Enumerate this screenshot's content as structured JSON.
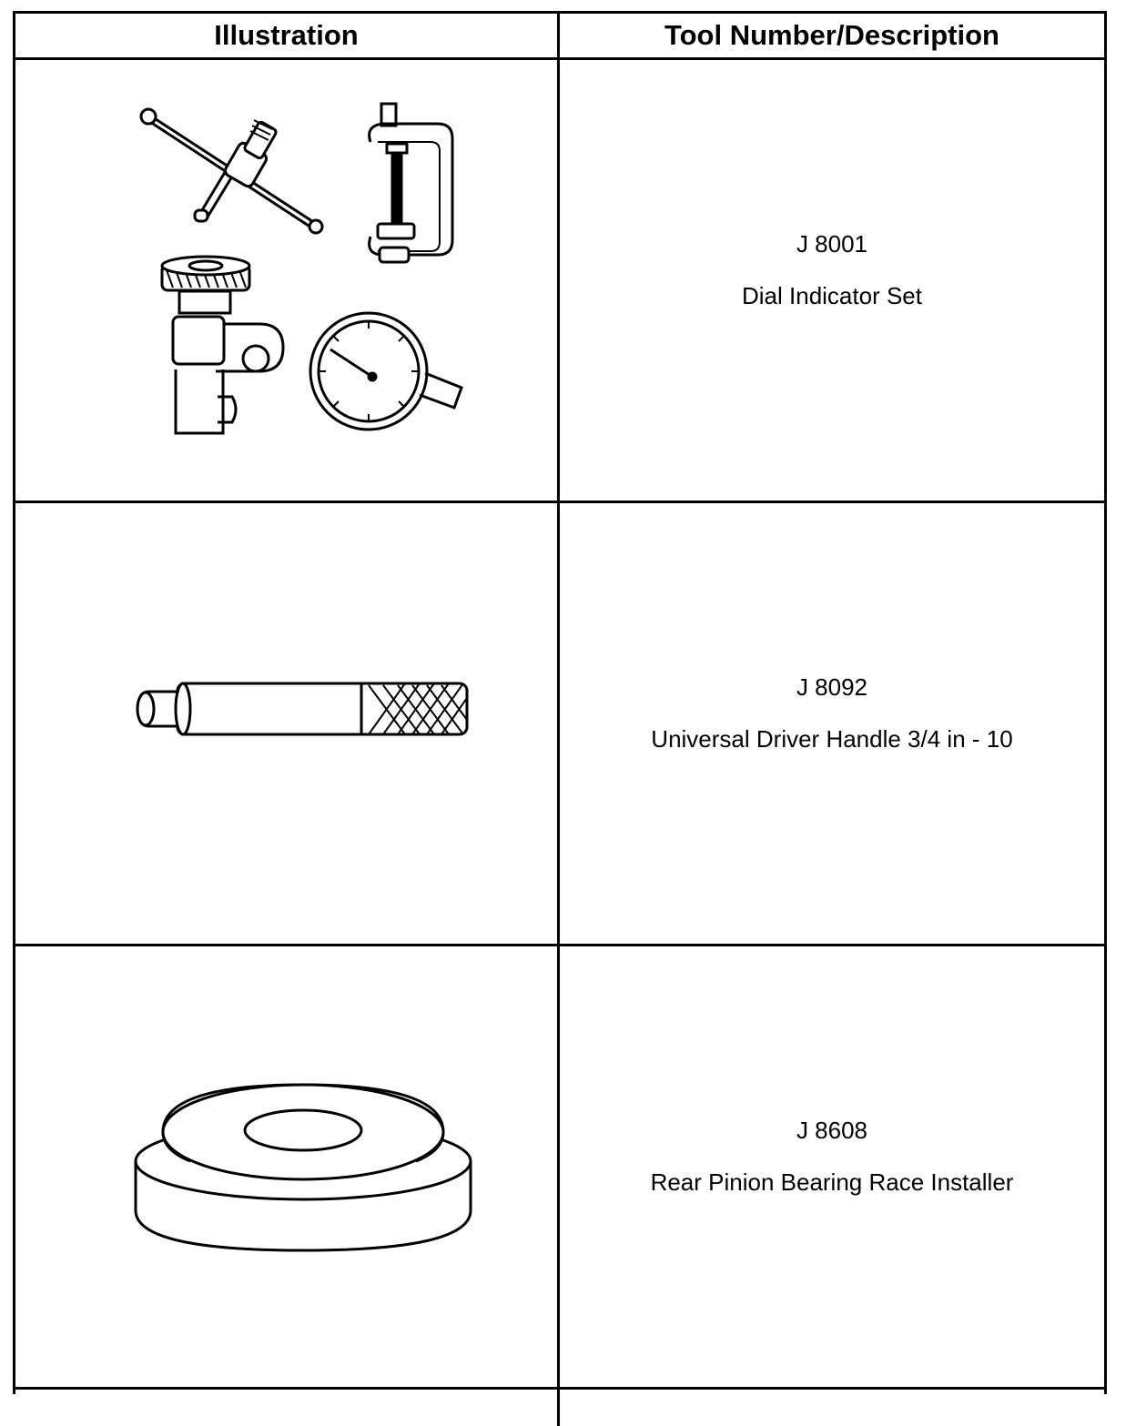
{
  "table": {
    "headers": {
      "illustration": "Illustration",
      "description": "Tool Number/Description"
    },
    "rows": [
      {
        "tool_number": "J 8001",
        "description": "Dial Indicator Set",
        "icon": "dial-indicator-set-icon"
      },
      {
        "tool_number": "J 8092",
        "description": "Universal Driver Handle 3/4 in - 10",
        "icon": "driver-handle-icon"
      },
      {
        "tool_number": "J 8608",
        "description": "Rear Pinion Bearing Race Installer",
        "icon": "race-installer-icon"
      }
    ]
  }
}
